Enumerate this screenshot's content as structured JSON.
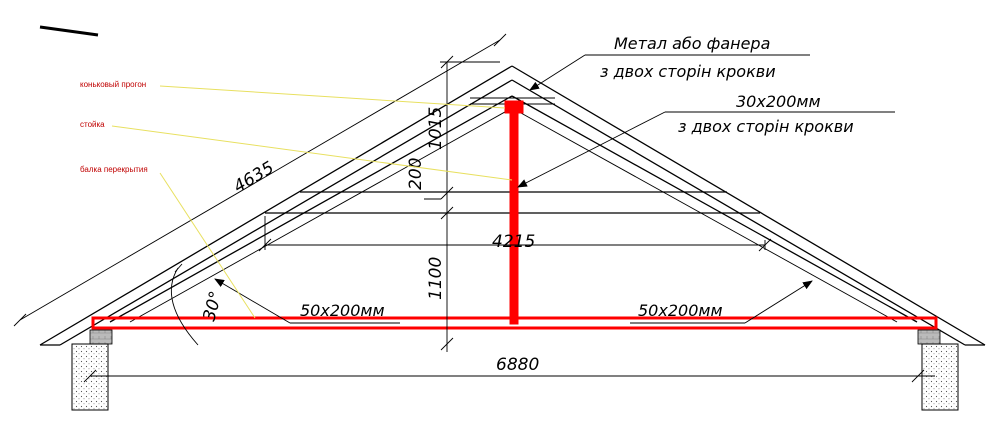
{
  "labels": {
    "ridge_purlin": "коньковый прогон",
    "post": "стойка",
    "floor_beam": "балка перекрытия"
  },
  "notes": {
    "metal_line1": "Метал або фанера",
    "metal_line2": "з двох сторін крокви",
    "board_line1": "30x200мм",
    "board_line2": "з двох сторін крокви",
    "left_beam": "50x200мм",
    "right_beam": "50x200мм"
  },
  "dimensions": {
    "rafter_length": "4635",
    "top_height": "1015",
    "collar": "200",
    "collar_span": "4215",
    "post_height": "1100",
    "angle": "30°",
    "total_span": "6880"
  },
  "colors": {
    "line": "#000000",
    "structure": "#ff0000",
    "label_text": "#c00000",
    "leader": "#e8e060"
  }
}
